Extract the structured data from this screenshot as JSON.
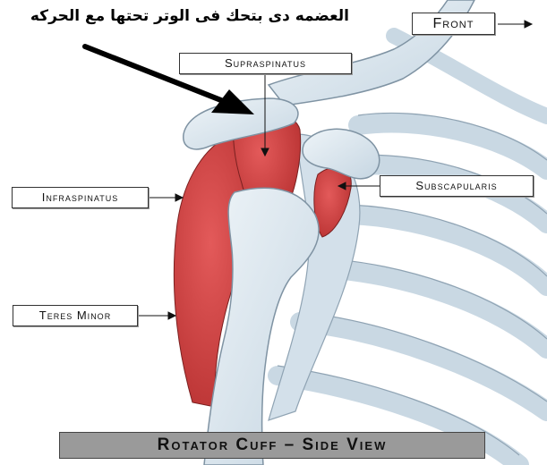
{
  "annotation": {
    "arabic_note": "العضمه دى بتحك فى الوتر تحتها مع الحركه"
  },
  "labels": {
    "front": "Front",
    "supraspinatus": "Supraspinatus",
    "infraspinatus": "Infraspinatus",
    "subscapularis": "Subscapularis",
    "teres_minor": "Teres Minor"
  },
  "caption": "Rotator Cuff – Side View",
  "colors": {
    "bone": "#dbe7ef",
    "bone_shadow": "#9fb2c0",
    "muscle": "#cf3f3f",
    "background": "#ffffff"
  }
}
